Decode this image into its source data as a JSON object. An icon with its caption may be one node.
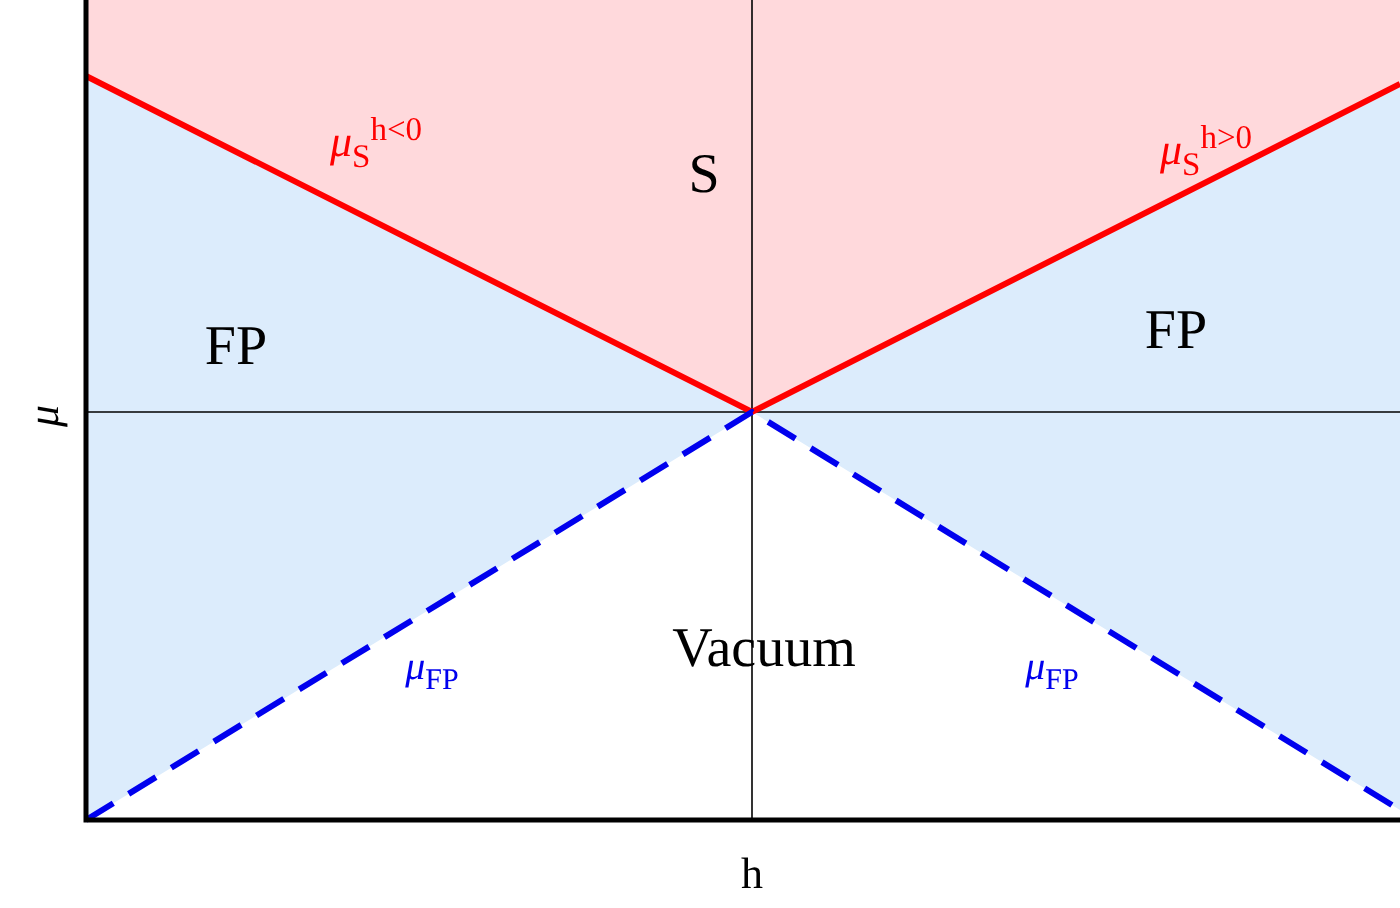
{
  "diagram": {
    "labels": [
      "*μ*$_{S}$$^{h<0}$",
      "S",
      "*μ*$_{S}$$^{h>0}$",
      "FP",
      "FP",
      "*μ*",
      "*μ*$_{FP}$",
      "Vacuum",
      "*μ*$_{FP}$",
      "h"
    ]
  }
}
